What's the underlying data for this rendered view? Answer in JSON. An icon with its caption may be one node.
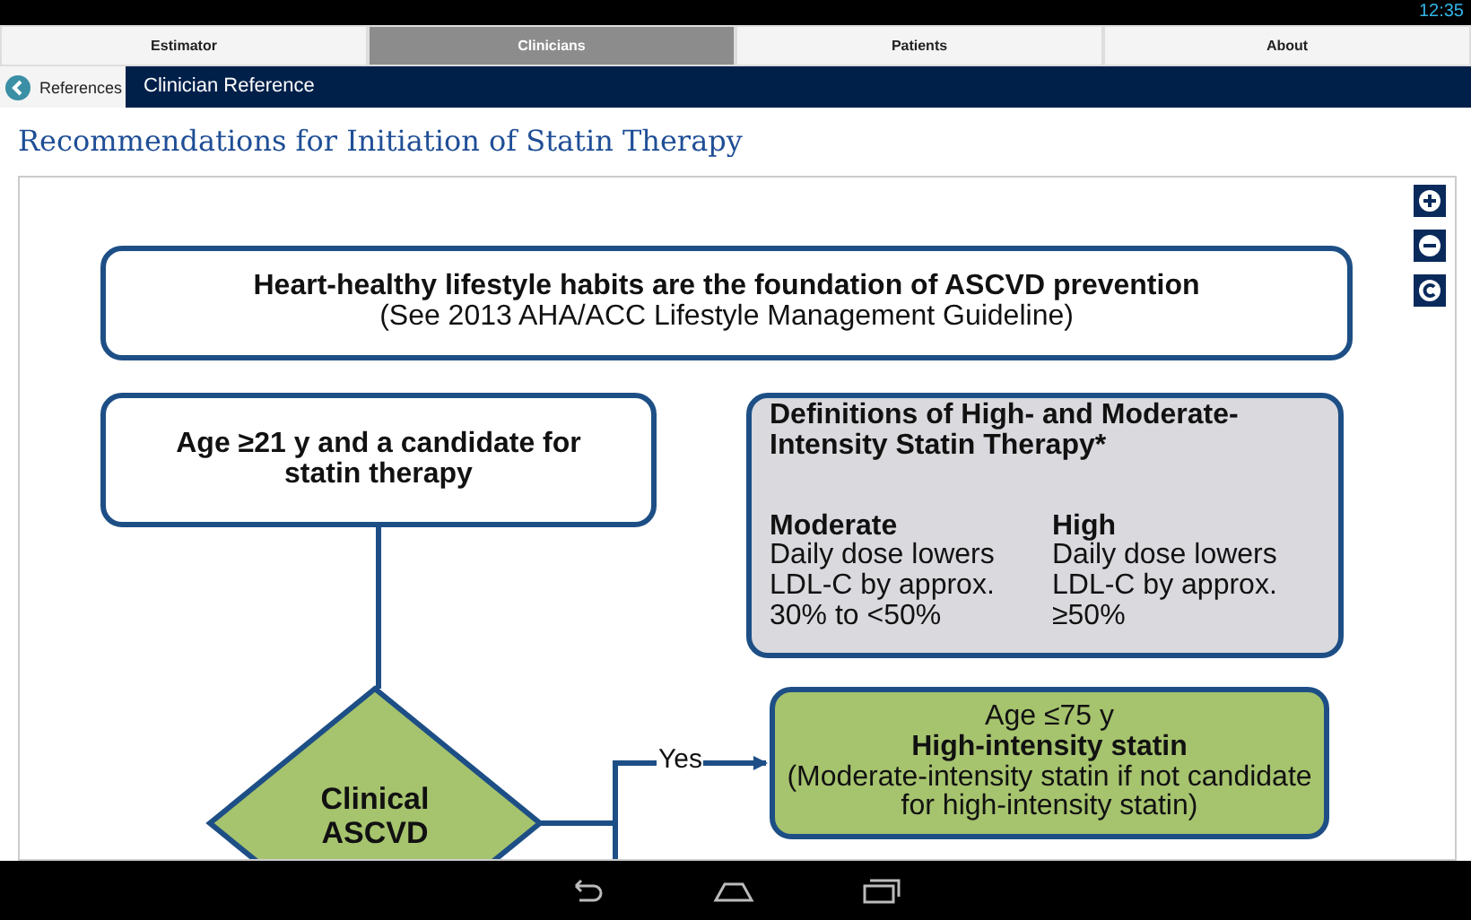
{
  "diagram": {
    "title": "Recommendations for Initiation of Statin Therapy",
    "nodes": [
      {
        "text": [
          "Heart-healthy lifestyle habits are the foundation of ASCVD prevention",
          "(See 2013 AHA/ACC Lifestyle Management Guideline)"
        ]
      },
      {
        "text": [
          "Age ≥21 y and a candidate for statin therapy"
        ]
      },
      {
        "text": [
          "Definitions of High- and Moderate-Intensity Statin Therapy*",
          "Moderate",
          "Daily dose lowers LDL-C by approx. 30% to <50%",
          "High",
          "Daily dose lowers LDL-C by approx. ≥50%"
        ]
      },
      {
        "text": [
          "Clinical ASCVD"
        ]
      },
      {
        "text": [
          "Age ≤75 y",
          "High-intensity statin",
          "(Moderate-intensity statin if not candidate for high-intensity statin)"
        ]
      }
    ],
    "edges": [
      {
        "from": 1,
        "to": 3,
        "arrow": "none"
      },
      {
        "from": 3,
        "to": 4,
        "arrow": "to",
        "label": "Yes"
      },
      {
        "from": 3,
        "to": null,
        "arrow": "none"
      }
    ],
    "labels": [
      "12:35",
      "Estimator",
      "Clinicians",
      "Patients",
      "About",
      "References",
      "Clinician Reference"
    ]
  }
}
